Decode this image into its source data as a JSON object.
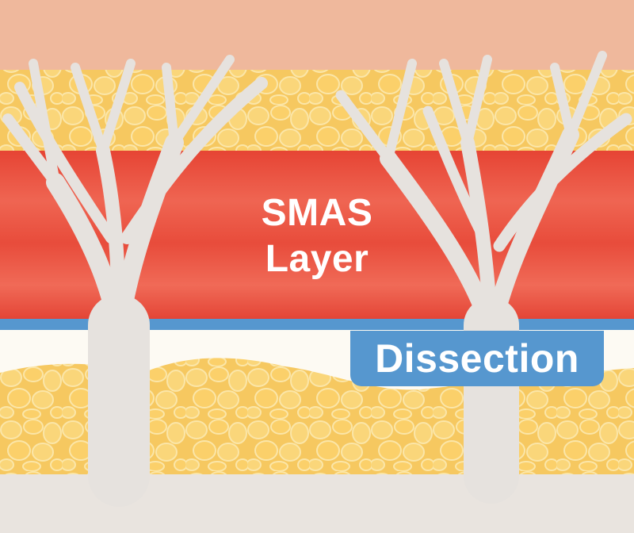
{
  "diagram": {
    "layer_label_line1": "SMAS",
    "layer_label_line2": "Layer",
    "plane_label": "Dissection",
    "colors": {
      "skin": "#efb89c",
      "fat": "#f6c860",
      "fat_cell": "#fad67a",
      "fat_cell_edge": "#fbe6a8",
      "smas": "#e74a3a",
      "smas_light": "#f06a55",
      "ligament": "#e6e2de",
      "dissection_plane": "#5697cf",
      "gap": "#fdfaf3"
    }
  }
}
